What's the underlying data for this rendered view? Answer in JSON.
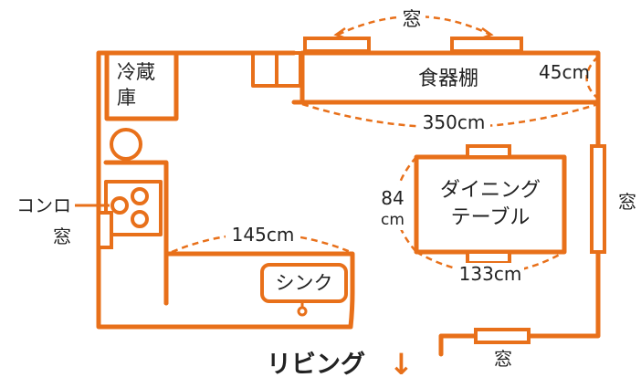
{
  "colors": {
    "accent": "#e8701a",
    "text": "#222222",
    "background": "#ffffff"
  },
  "labels": {
    "window_top": "窓",
    "fridge": [
      "冷蔵",
      "庫"
    ],
    "cupboard": "食器棚",
    "cupboard_depth": "45cm",
    "cupboard_width": "350cm",
    "dining_table": [
      "ダイニング",
      "テーブル"
    ],
    "table_depth": [
      "84",
      "cm"
    ],
    "table_width": "133cm",
    "window_right": "窓",
    "stove": "コンロ",
    "window_left": "窓",
    "counter_width": "145cm",
    "sink": "シンク",
    "living": "リビング",
    "living_arrow": "↓",
    "window_bottom": "窓"
  }
}
